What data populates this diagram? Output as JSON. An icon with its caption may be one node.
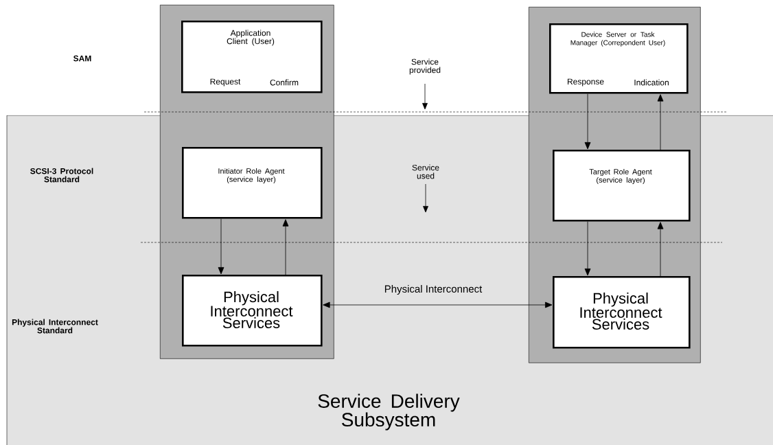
{
  "diagram": {
    "nodes": [
      {
        "text": [],
        "shape": "box"
      },
      {
        "text": [],
        "shape": "box"
      },
      {
        "text": [
          "Application Client (User)",
          "Request",
          "Confirm"
        ],
        "in": 0
      },
      {
        "text": [
          "Initiator Role Agent (service layer)"
        ],
        "in": 0
      },
      {
        "text": [
          "Physical Interconnect Services"
        ],
        "in": 0
      },
      {
        "text": [
          "Device Server or Task Manager (Correpondent User)",
          "Response",
          "Indication"
        ],
        "in": 1
      },
      {
        "text": [
          "Target Role Agent (service layer)"
        ],
        "in": 1
      },
      {
        "text": [
          "Physical Interconnect Services"
        ],
        "in": 1
      }
    ],
    "edges": [
      {
        "from": 3,
        "to": 4,
        "arrow": "to"
      },
      {
        "from": 4,
        "to": 3,
        "arrow": "to"
      },
      {
        "from": 5,
        "to": 6,
        "arrow": "to"
      },
      {
        "from": 6,
        "to": 5,
        "arrow": "to"
      },
      {
        "from": 6,
        "to": 7,
        "arrow": "to"
      },
      {
        "from": 7,
        "to": 6,
        "arrow": "to"
      },
      {
        "from": 4,
        "to": 7,
        "arrow": "both",
        "label": "Physical Interconnect"
      }
    ],
    "labels": [
      "SAM",
      "Service provided",
      "SCSI-3 Protocol Standard",
      "Service used",
      "Physical Interconnect Standard",
      "Service Delivery Subsystem"
    ]
  }
}
